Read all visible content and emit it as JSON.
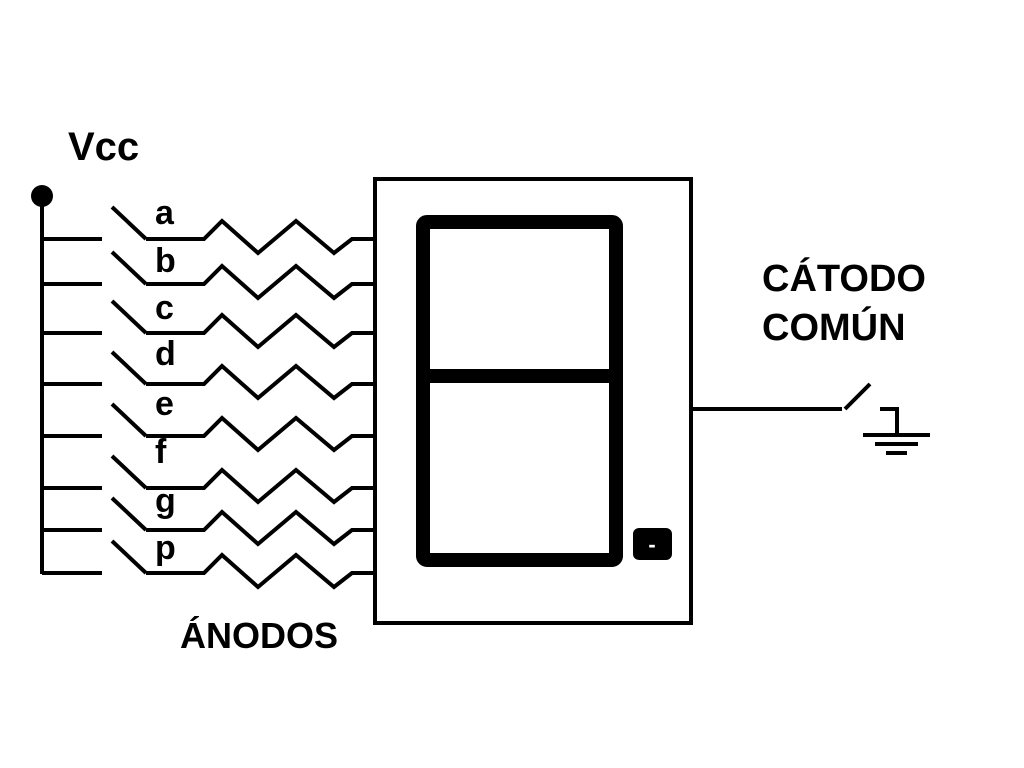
{
  "supply_label": "Vcc",
  "segments": [
    "a",
    "b",
    "c",
    "d",
    "e",
    "f",
    "g",
    "p"
  ],
  "anodes_label": "ÁNODOS",
  "cathode_label": [
    "CÁTODO",
    "COMÚN"
  ],
  "decimal_point_symbol": "-",
  "ground_icon": "ground-symbol",
  "switch_icon": "spst-switch",
  "resistor_icon": "resistor-zigzag"
}
